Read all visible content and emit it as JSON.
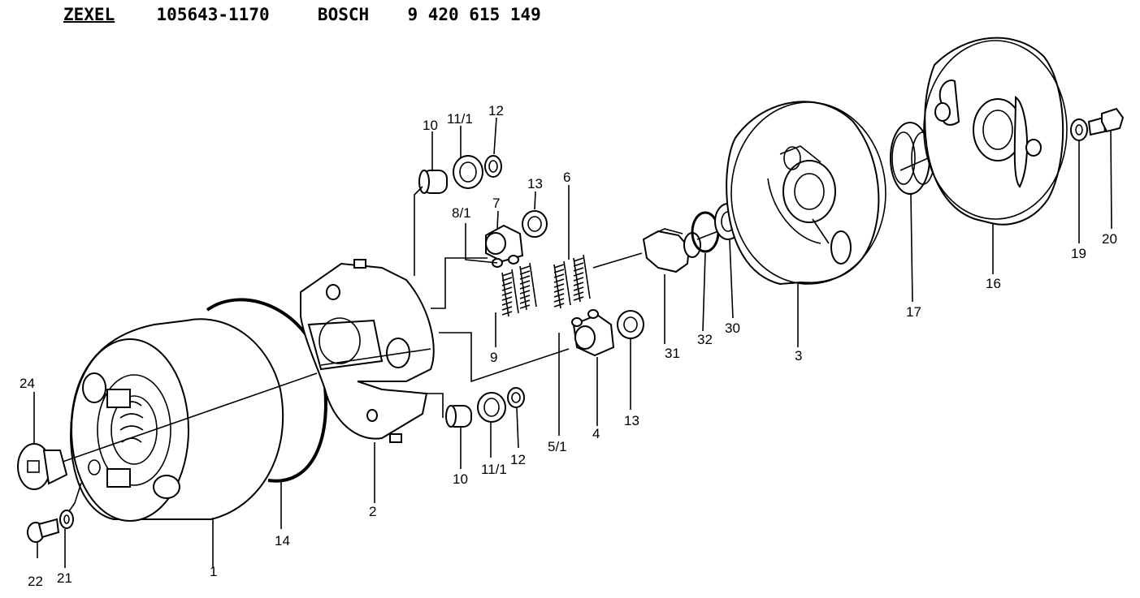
{
  "header": {
    "maker": "ZEXEL",
    "part_no": "105643-1170",
    "brand": "BOSCH",
    "bosch_no": "9 420 615 149"
  },
  "labels": {
    "p1": "1",
    "p2": "2",
    "p3": "3",
    "p4": "4",
    "p5_1": "5/1",
    "p6": "6",
    "p7": "7",
    "p8_1": "8/1",
    "p9": "9",
    "p10_top": "10",
    "p10_bottom": "10",
    "p11_1_top": "11/1",
    "p11_1_bottom": "11/1",
    "p12_top": "12",
    "p12_bottom": "12",
    "p13_top": "13",
    "p13_bottom": "13",
    "p14": "14",
    "p16": "16",
    "p17": "17",
    "p19": "19",
    "p20": "20",
    "p21": "21",
    "p22": "22",
    "p24": "24",
    "p30": "30",
    "p31": "31",
    "p32": "32"
  }
}
